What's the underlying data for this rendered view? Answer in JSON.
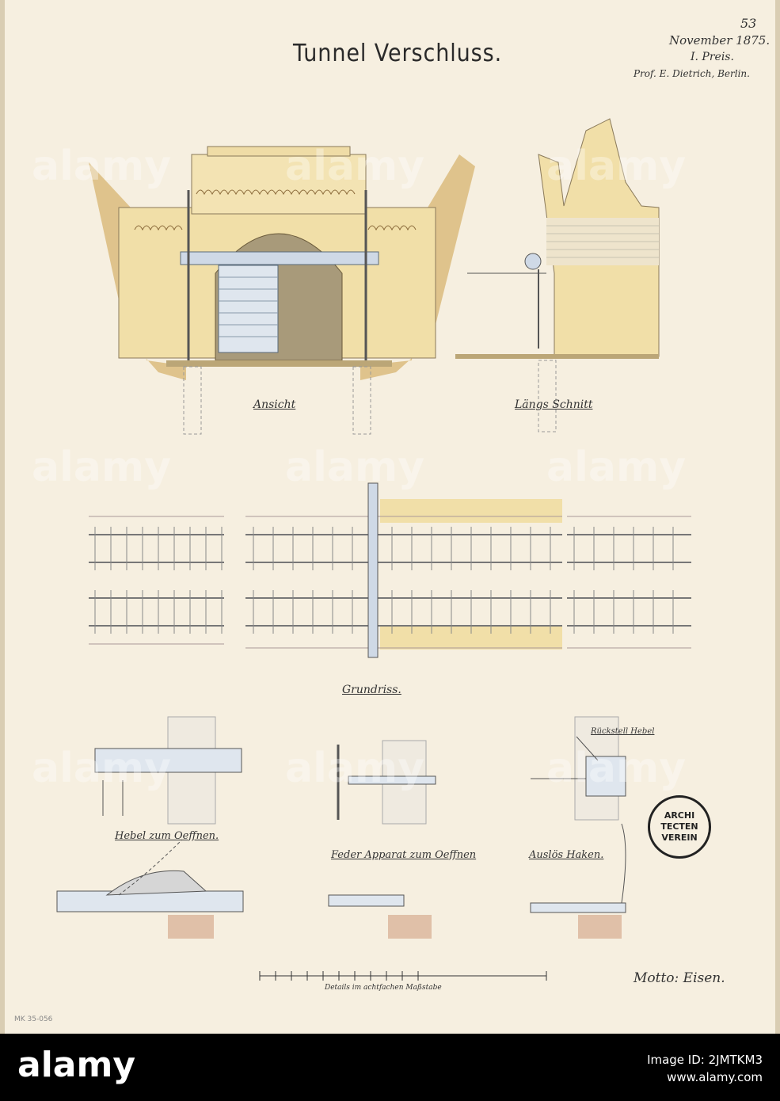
{
  "drawing": {
    "title": "Tunnel Verschluss.",
    "sheet_number": "53",
    "date_line": "November 1875.",
    "prize_line": "I. Preis.",
    "author_line": "Prof. E. Dietrich, Berlin.",
    "captions": {
      "view": "Ansicht",
      "section": "Längs Schnitt",
      "plan": "Grundriss.",
      "lever": "Hebel zum Oeffnen.",
      "spring": "Feder Apparat zum Oeffnen",
      "hook": "Auslös Haken.",
      "return_lever": "Rückstell Hebel",
      "scale_note": "Details im achtfachen Maßstabe"
    },
    "motto": "Motto: Eisen.",
    "inventory_number": "MK 35-056",
    "stamp": [
      "ARCHI",
      "TECTEN",
      "VEREIN"
    ]
  },
  "stock_footer": {
    "logo": "alamy",
    "image_id_label": "Image ID: 2JMTKM3",
    "site": "www.alamy.com"
  },
  "watermark": "alamy",
  "colors": {
    "paper": "#f6efe0",
    "masonry": "#f1dfa8",
    "earth": "#d9b877",
    "steel": "#cfd9e6",
    "ink": "#2a2a2a"
  }
}
